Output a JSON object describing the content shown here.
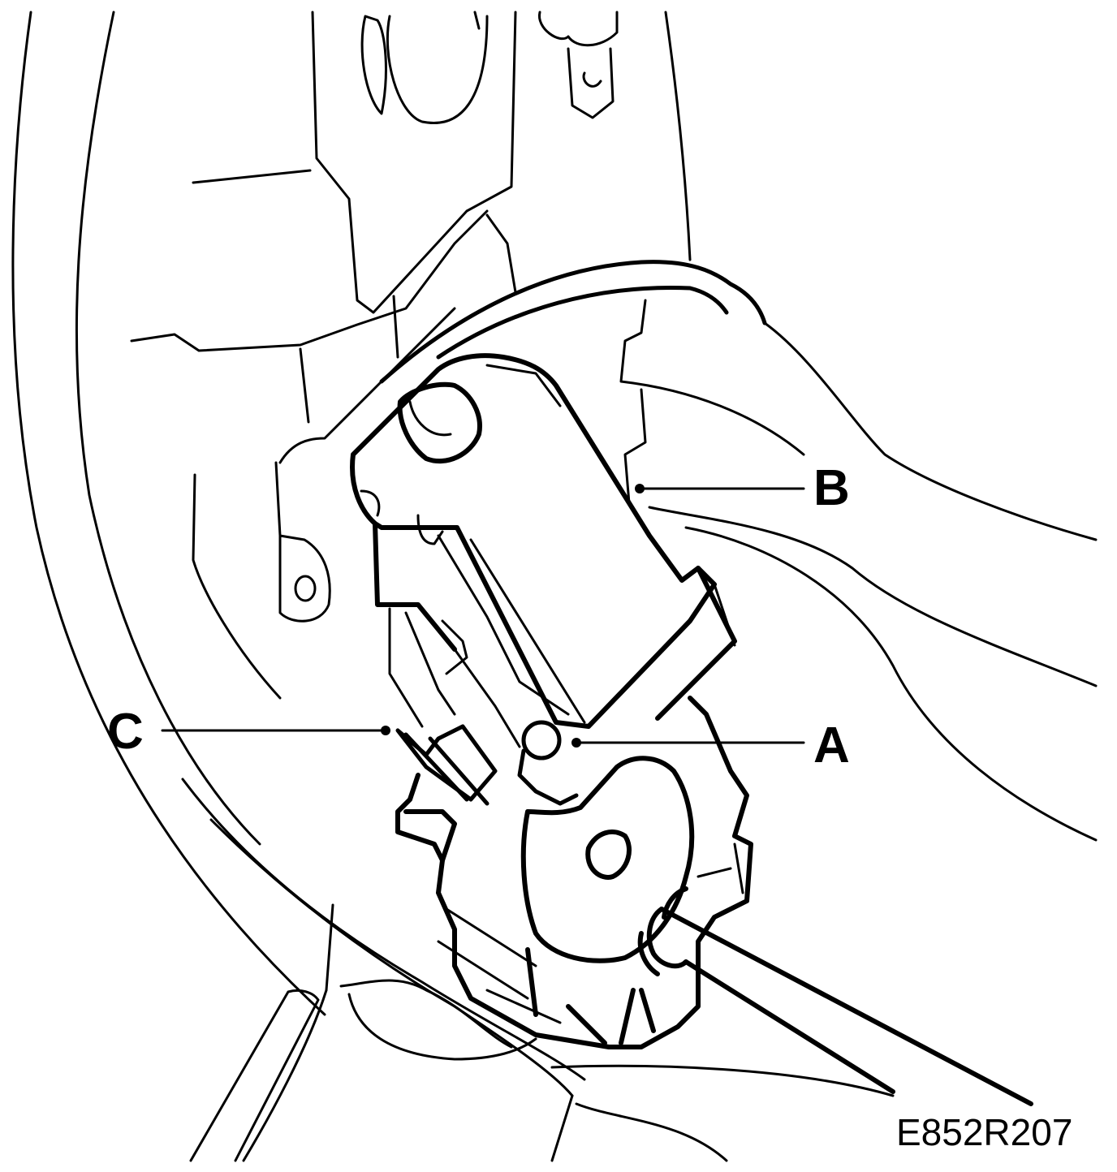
{
  "callouts": {
    "a": "A",
    "b": "B",
    "c": "C"
  },
  "figure_code": "E852R207",
  "colors": {
    "line": "#000000",
    "background": "#ffffff"
  }
}
